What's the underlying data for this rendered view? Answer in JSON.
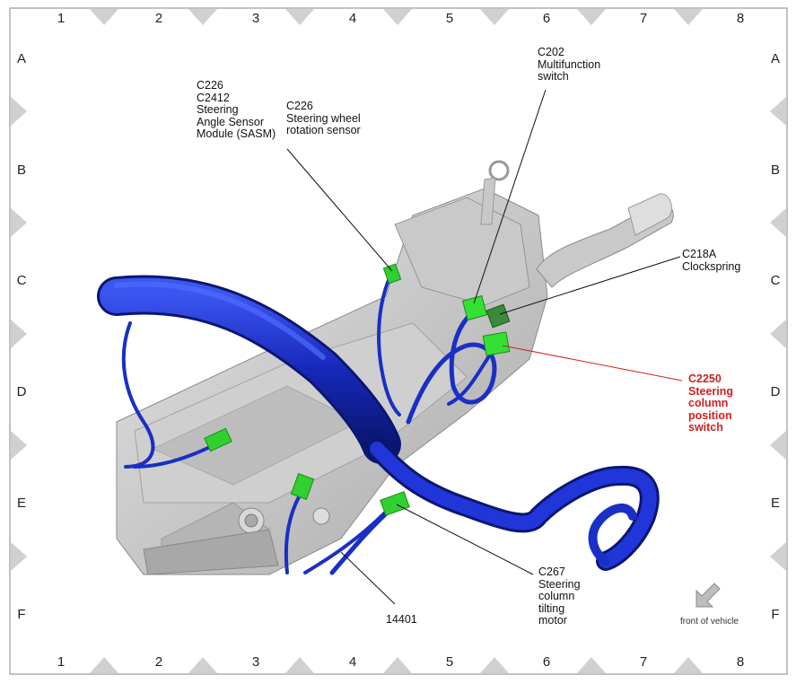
{
  "grid": {
    "columns": [
      "1",
      "2",
      "3",
      "4",
      "5",
      "6",
      "7",
      "8"
    ],
    "rows": [
      "A",
      "B",
      "C",
      "D",
      "E",
      "F"
    ]
  },
  "callouts": {
    "c226_sasm": "C226\nC2412\nSteering\nAngle Sensor\nModule (SASM)",
    "c226_rotation": "C226\nSteering wheel\nrotation sensor",
    "c202": "C202\nMultifunction\nswitch",
    "c218a": "C218A\nClockspring",
    "c2250": "C2250\nSteering\ncolumn\nposition\nswitch",
    "c267": "C267\nSteering\ncolumn\ntilting\nmotor",
    "harness": "14401"
  },
  "orientation": {
    "label": "front of vehicle",
    "icon": "arrow-down-left-icon"
  },
  "colors": {
    "harness": "#1a2fc4",
    "connector": "#2fd02f",
    "highlight_callout": "#d21e1e"
  }
}
